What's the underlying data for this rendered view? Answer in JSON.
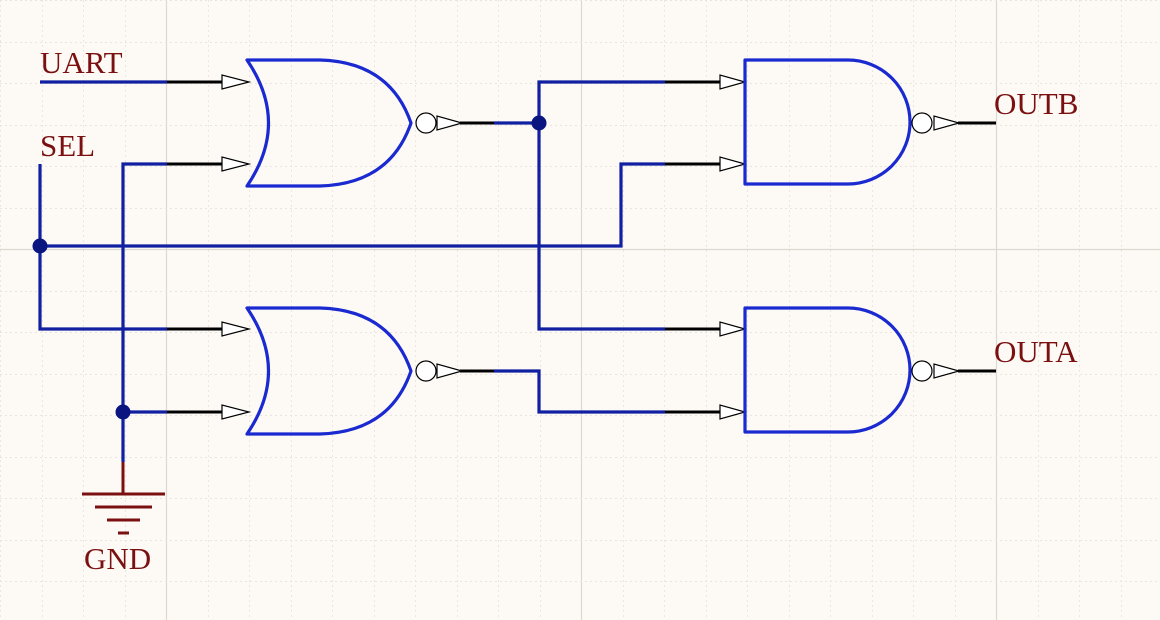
{
  "colors": {
    "background": "#fdfaf6",
    "grid_minor": "#e8e5df",
    "grid_major": "#dcd8d0",
    "wire": "#1020a0",
    "gate": "#1a2ad0",
    "pin": "#000000",
    "junction": "#0a1580",
    "label": "#7a1010",
    "ground": "#7a1010"
  },
  "net_labels": {
    "uart": "UART",
    "sel": "SEL",
    "outb": "OUTB",
    "outa": "OUTA",
    "gnd": "GND"
  },
  "components": {
    "gates": [
      {
        "type": "NOR",
        "name": "nor-gate-top"
      },
      {
        "type": "NOR",
        "name": "nor-gate-bottom"
      },
      {
        "type": "NAND",
        "name": "nand-gate-top"
      },
      {
        "type": "NAND",
        "name": "nand-gate-bottom"
      }
    ],
    "ground_symbol": "ground-icon",
    "junctions": 3
  }
}
